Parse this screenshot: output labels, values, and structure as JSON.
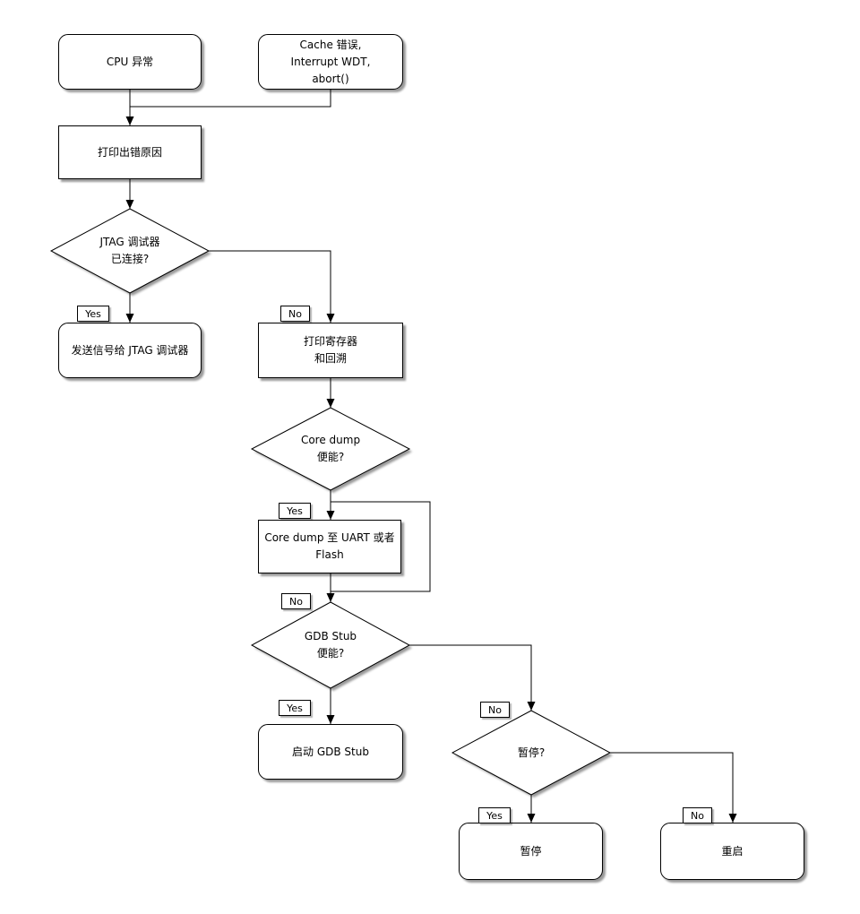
{
  "nodes": {
    "cpu_exception": {
      "text": "CPU 异常"
    },
    "cache_error": {
      "text": "Cache 错误,\nInterrupt WDT,\nabort()"
    },
    "print_error_reason": {
      "text": "打印出错原因"
    },
    "jtag_connected": {
      "text": "JTAG 调试器\n已连接?"
    },
    "send_signal_jtag": {
      "text": "发送信号给 JTAG 调试器"
    },
    "print_registers": {
      "text": "打印寄存器\n和回溯"
    },
    "coredump_enabled": {
      "text": "Core dump\n便能?"
    },
    "coredump_output": {
      "text": "Core dump 至 UART 或者 Flash"
    },
    "gdbstub_enabled": {
      "text": "GDB Stub\n便能?"
    },
    "start_gdbstub": {
      "text": "启动 GDB Stub"
    },
    "halt_question": {
      "text": "暂停?"
    },
    "halt": {
      "text": "暂停"
    },
    "reboot": {
      "text": "重启"
    }
  },
  "labels": {
    "jtag_yes": "Yes",
    "jtag_no": "No",
    "coredump_yes": "Yes",
    "coredump_no": "No",
    "gdb_yes": "Yes",
    "gdb_no": "No",
    "halt_yes": "Yes",
    "halt_no": "No"
  },
  "colors": {
    "background": "#ffffff",
    "line": "#000000",
    "text": "#000000",
    "node_fill": "#ffffff"
  }
}
